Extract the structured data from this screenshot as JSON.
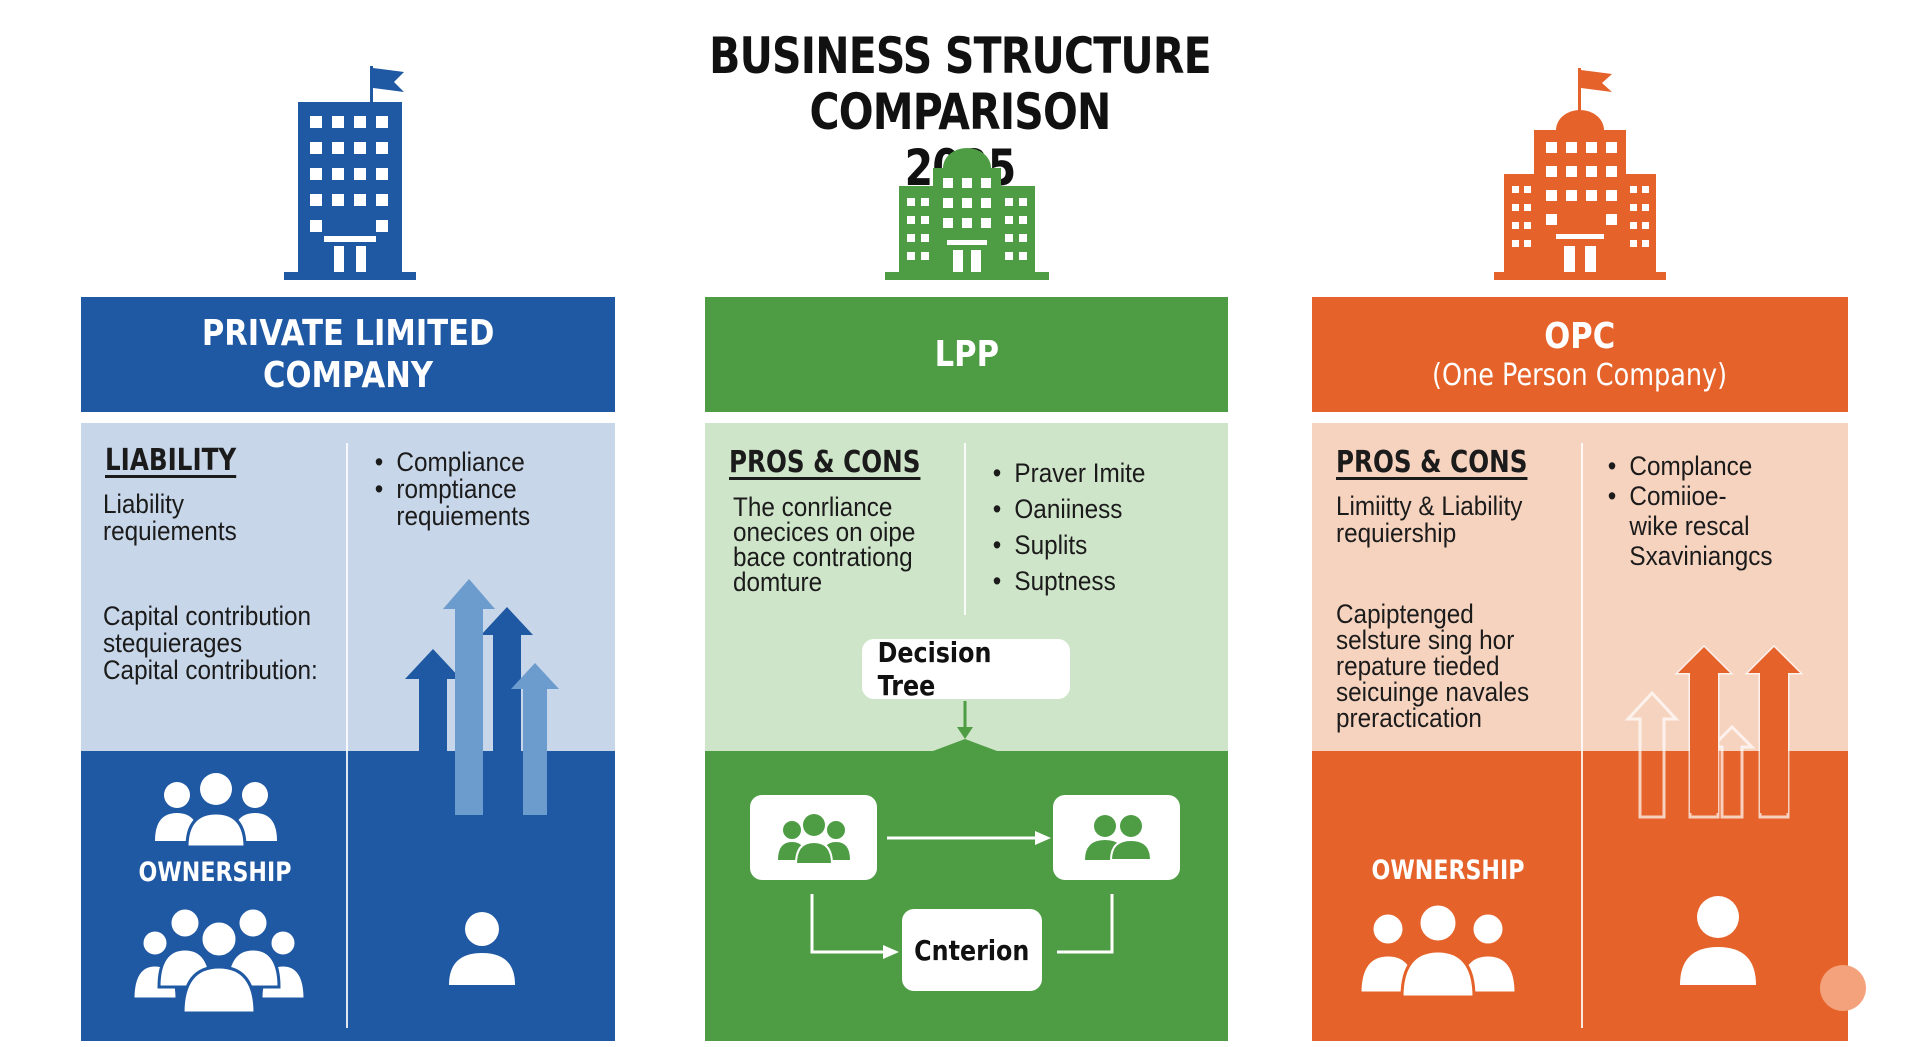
{
  "title": {
    "line1": "BUSINESS STRUCTURE COMPARISON",
    "line2": "2025"
  },
  "colors": {
    "blue": "#1f58a3",
    "green": "#4e9d45",
    "orange": "#e5632a"
  },
  "columns": [
    {
      "header": [
        "PRIVATE LIMITED",
        "COMPANY"
      ],
      "section_heading": "LIABILITY",
      "left_text_1": [
        "Liability",
        "requiements"
      ],
      "left_text_2": [
        "Capital contribution",
        "stequierages",
        "Capital contribution:"
      ],
      "bullets": [
        "Compliance",
        "romptiance",
        "requiements"
      ],
      "ownership_label": "OWNERSHIP",
      "icons": [
        "building-icon",
        "group-icon",
        "large-group-icon",
        "person-icon",
        "growth-arrows-icon"
      ]
    },
    {
      "header": [
        "LPP"
      ],
      "section_heading": "PROS & CONS",
      "left_text": [
        "The conrliance",
        "onecices on oipe",
        "bace contrationg",
        "domture"
      ],
      "bullets": [
        "Praver Imite",
        "Oaniiness",
        "Suplits",
        "Suptness"
      ],
      "decision_tree_label": "Decision Tree",
      "criterion_label": "Cnterion",
      "icons": [
        "building-icon",
        "team-icon",
        "pair-icon"
      ]
    },
    {
      "header": [
        "OPC",
        "(One Person Company)"
      ],
      "section_heading": "PROS & CONS",
      "left_text_1": [
        "Limiitty & Liability",
        "requiership"
      ],
      "left_text_2": [
        "Capiptenged",
        "selsture sing hor",
        "repature tieded",
        "seicuinge navales",
        "preractication"
      ],
      "bullets": [
        "Complance",
        "Comiioe-",
        "wike rescal",
        "Sxaviniangcs"
      ],
      "ownership_label": "OWNERSHIP",
      "icons": [
        "building-icon",
        "group-icon",
        "person-icon",
        "growth-arrows-icon"
      ]
    }
  ]
}
